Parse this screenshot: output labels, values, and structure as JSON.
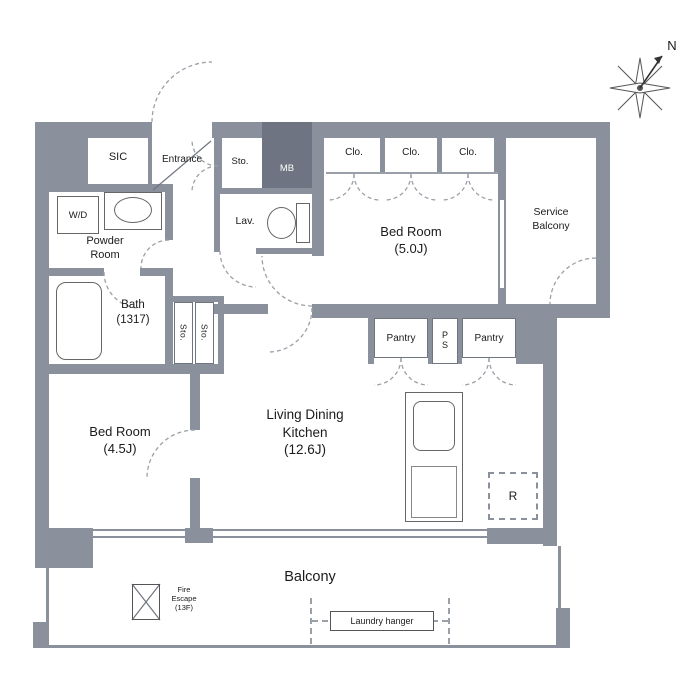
{
  "colors": {
    "wall": "#8a909c",
    "walldark": "#6e7482"
  },
  "compass": {
    "north": "N"
  },
  "labels": {
    "sic": "SIC",
    "entrance": "Entrance",
    "sto_top": "Sto.",
    "mb": "MB",
    "clo1": "Clo.",
    "clo2": "Clo.",
    "clo3": "Clo.",
    "bed5_name": "Bed Room",
    "bed5_size": "(5.0J)",
    "service_balcony_1": "Service",
    "service_balcony_2": "Balcony",
    "wd": "W/D",
    "powder_1": "Powder",
    "powder_2": "Room",
    "lav": "Lav.",
    "bath_name": "Bath",
    "bath_size": "(1317)",
    "sto_a": "Sto.",
    "sto_b": "Sto.",
    "pantry_1": "Pantry",
    "ps_p": "P",
    "ps_s": "S",
    "pantry_2": "Pantry",
    "bed4_name": "Bed Room",
    "bed4_size": "(4.5J)",
    "ldk_1": "Living Dining",
    "ldk_2": "Kitchen",
    "ldk_size": "(12.6J)",
    "fridge": "R",
    "balcony": "Balcony",
    "fire_1": "Fire",
    "fire_2": "Escape",
    "fire_3": "(13F)",
    "laundry": "Laundry hanger"
  }
}
